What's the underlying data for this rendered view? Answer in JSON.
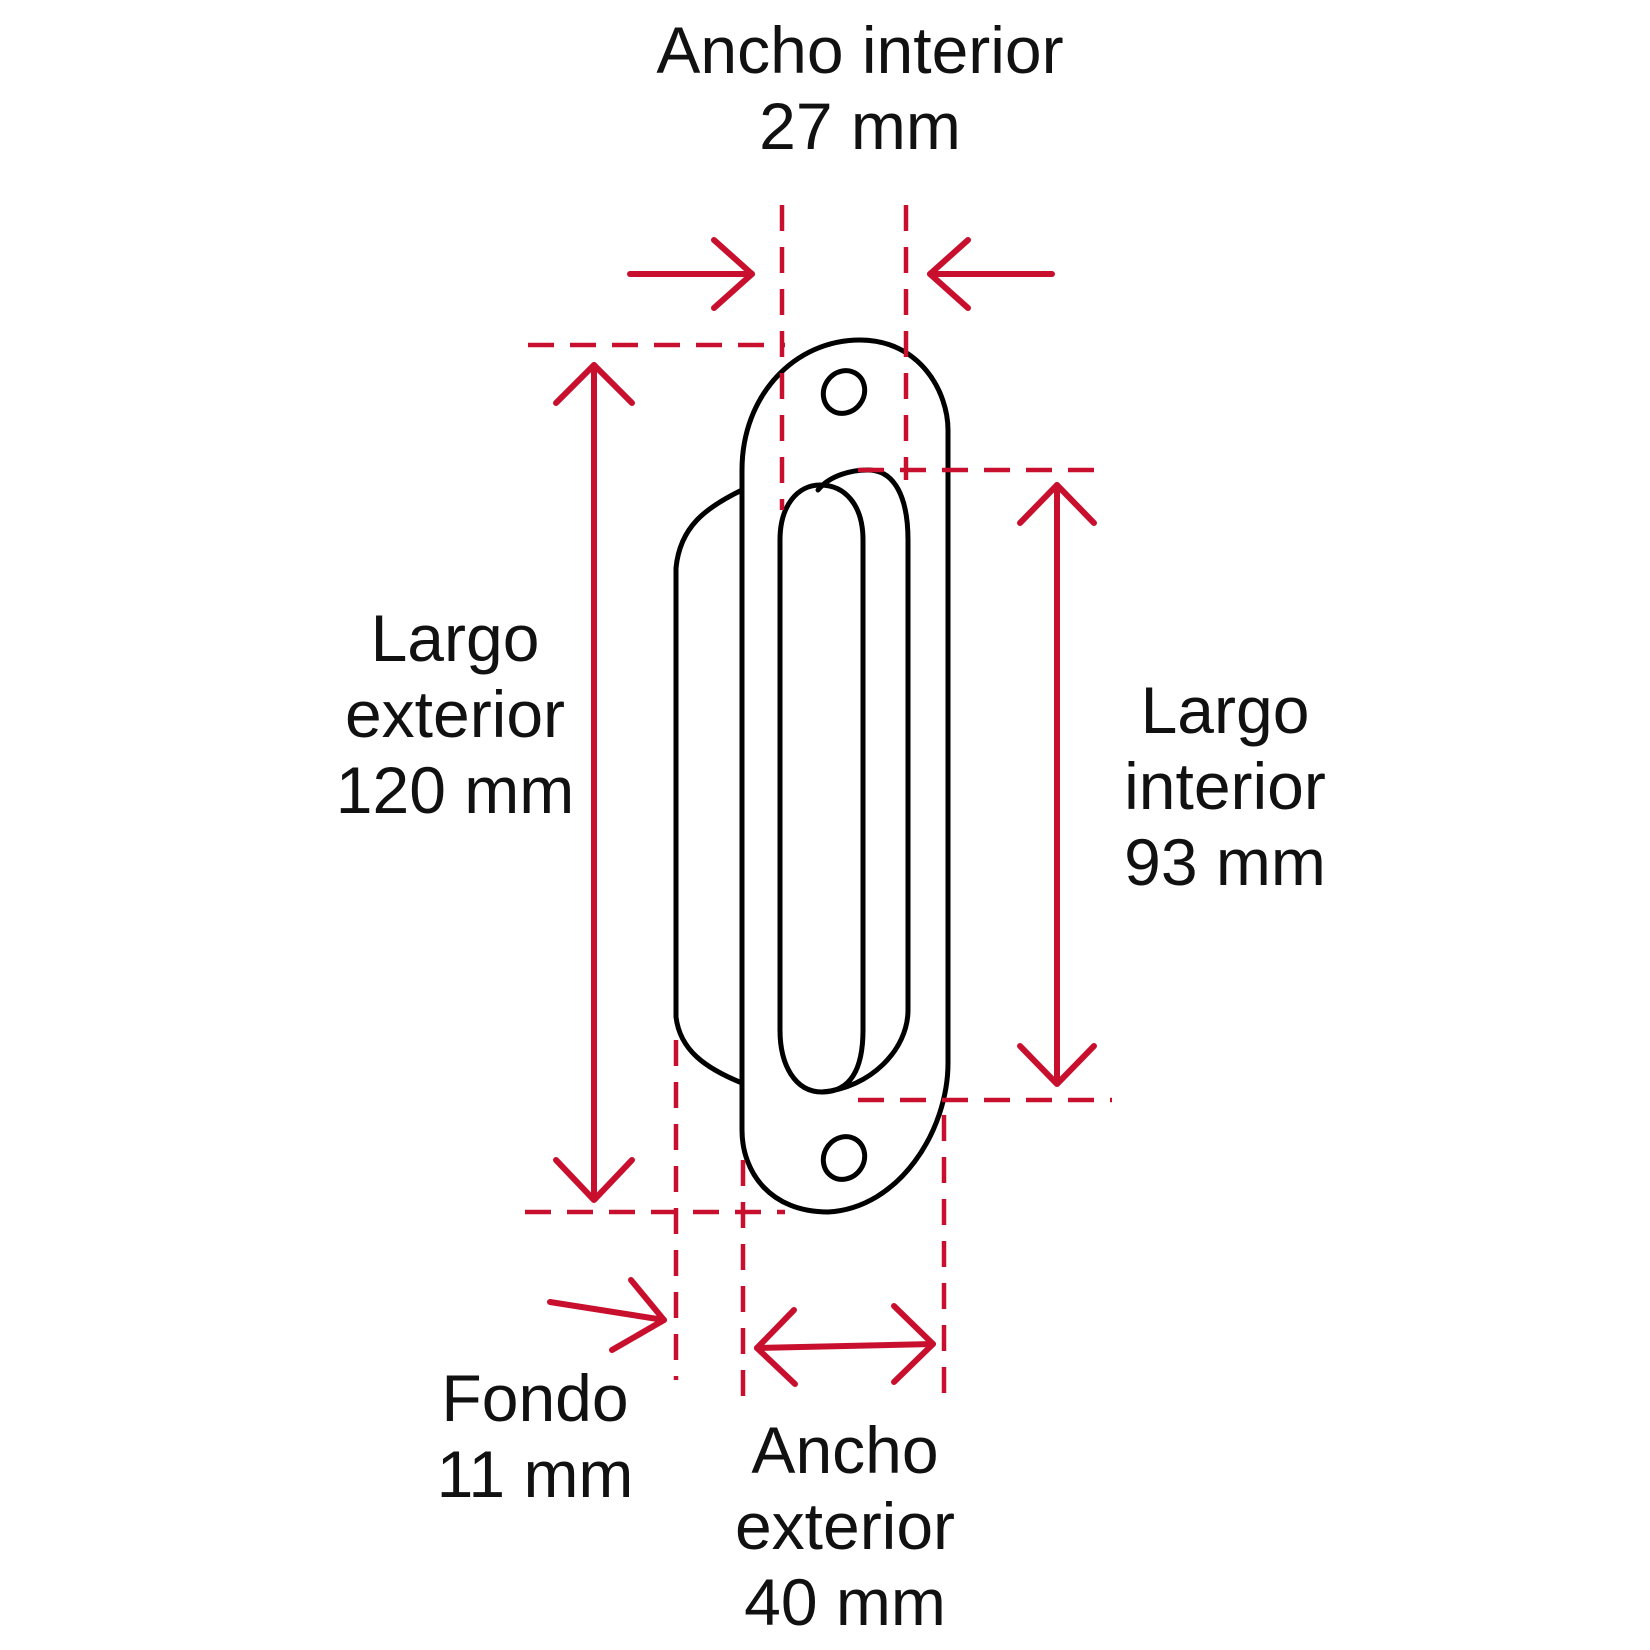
{
  "colors": {
    "dimension": "#c8102e",
    "outline": "#000000",
    "background": "#ffffff"
  },
  "labels": {
    "ancho_interior": {
      "line1": "Ancho interior",
      "line2": "27 mm"
    },
    "largo_exterior": {
      "line1": "Largo",
      "line2": "exterior",
      "line3": "120 mm"
    },
    "largo_interior": {
      "line1": "Largo",
      "line2": "interior",
      "line3": "93 mm"
    },
    "fondo": {
      "line1": "Fondo",
      "line2": "11 mm"
    },
    "ancho_exterior": {
      "line1": "Ancho",
      "line2": "exterior",
      "line3": "40 mm"
    }
  }
}
